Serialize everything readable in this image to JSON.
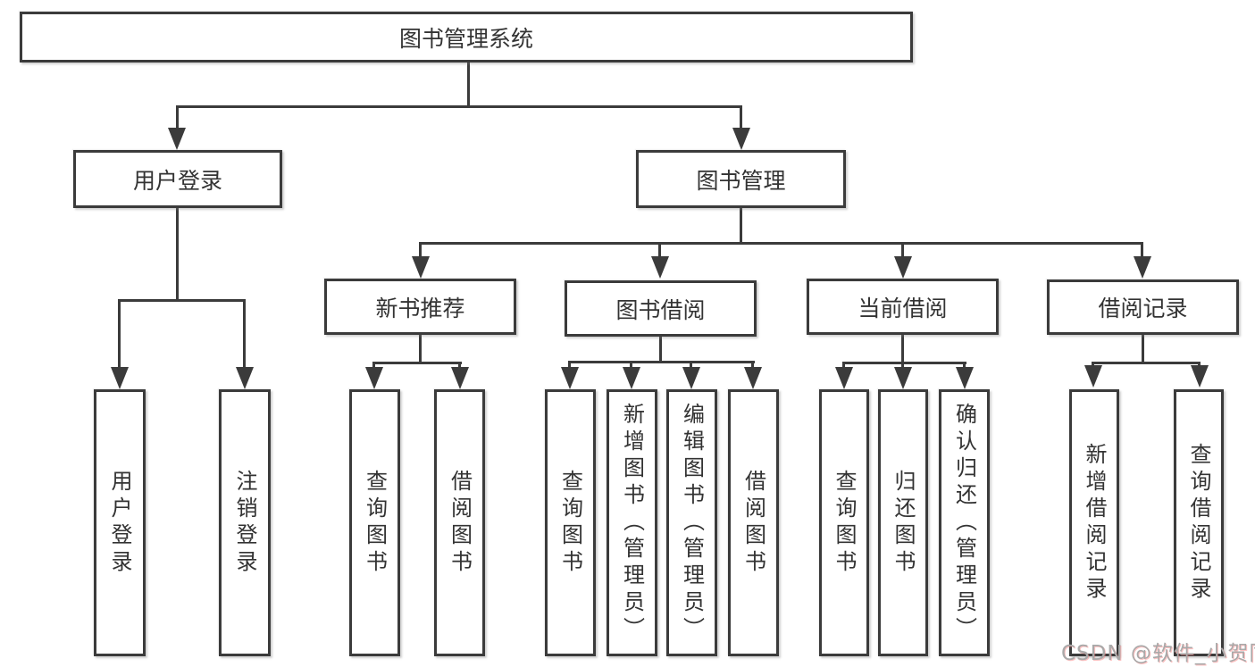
{
  "title": "图书管理系统",
  "colors": {
    "line": "#3b3b3b",
    "text": "#333333",
    "background": "#ffffff",
    "watermark": "#a9a9a9"
  },
  "nodes": {
    "root": "图书管理系统",
    "user_login": "用户登录",
    "book_mgmt": "图书管理",
    "new_books": "新书推荐",
    "book_borrow": "图书借阅",
    "current_borrow": "当前借阅",
    "borrow_records": "借阅记录",
    "leaf_user_login": "用户登录",
    "leaf_logout": "注销登录",
    "leaf_nb_query": "查询图书",
    "leaf_nb_borrow": "借阅图书",
    "leaf_bb_query": "查询图书",
    "leaf_bb_add": "新增图书（管理员）",
    "leaf_bb_edit": "编辑图书（管理员）",
    "leaf_bb_borrow": "借阅图书",
    "leaf_cb_query": "查询图书",
    "leaf_cb_return": "归还图书",
    "leaf_cb_confirm": "确认归还（管理员）",
    "leaf_br_add": "新增借阅记录",
    "leaf_br_query": "查询借阅记录"
  },
  "watermark": "CSDN @软件_小贺同学"
}
